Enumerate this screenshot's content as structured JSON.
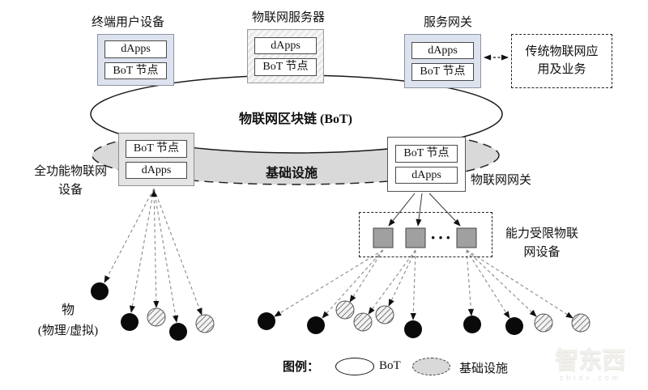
{
  "device_boxes": {
    "end_user": {
      "title": "终端用户设备",
      "dapps": "dApps",
      "bot_node": "BoT 节点"
    },
    "iot_server": {
      "title": "物联网服务器",
      "dapps": "dApps",
      "bot_node": "BoT 节点"
    },
    "service_gateway": {
      "title": "服务网关",
      "dapps": "dApps",
      "bot_node": "BoT 节点"
    },
    "full_function_device": {
      "title_line1": "全功能物联网",
      "title_line2": "设备",
      "dapps": "dApps",
      "bot_node": "BoT 节点"
    },
    "iot_gateway": {
      "title": "物联网网关",
      "dapps": "dApps",
      "bot_node": "BoT 节点"
    }
  },
  "legacy_app_box": {
    "line1": "传统物联网应",
    "line2": "用及业务"
  },
  "bot_ellipse_label": "物联网区块链 (BoT)",
  "infrastructure_label": "基础设施",
  "constrained_devices": {
    "line1": "能力受限物联",
    "line2": "网设备",
    "ellipsis": "···"
  },
  "things_label": {
    "line1": "物",
    "line2": "(物理/虚拟)"
  },
  "legend": {
    "title": "图例：",
    "bot": "BoT",
    "infrastructure": "基础设施"
  },
  "watermark": {
    "name": "智东西",
    "domain": "zhidx.com"
  },
  "colors": {
    "device_box_fill": "#dde3ee",
    "infrastructure_ellipse_fill": "#d9d9d9",
    "constrained_square_fill": "#a0a0a0",
    "hatch_dot_stroke": "#555555",
    "black_dot": "#0a0a0a"
  }
}
